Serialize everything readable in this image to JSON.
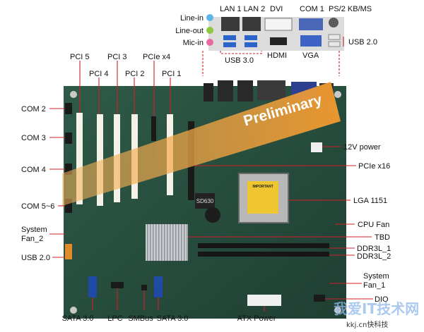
{
  "banner": "Preliminary",
  "chip_label": "SD630",
  "cpu_sticker": "IMPORTANT",
  "io_labels": {
    "line_in": "Line-in",
    "line_out": "Line-out",
    "mic_in": "Mic-in",
    "lan": "LAN 1 LAN 2",
    "dvi": "DVI",
    "com1": "COM 1",
    "ps2": "PS/2 KB/MS",
    "usb30": "USB 3.0",
    "hdmi": "HDMI",
    "vga": "VGA",
    "usb20_top": "USB 2.0"
  },
  "slot_labels": {
    "pci5": "PCI 5",
    "pci4": "PCI 4",
    "pci3": "PCI 3",
    "pci2": "PCI 2",
    "pcie4": "PCIe x4",
    "pci1": "PCI 1"
  },
  "left_labels": {
    "com2": "COM 2",
    "com3": "COM 3",
    "com4": "COM 4",
    "com56": "COM 5~6",
    "sysfan2_l1": "System",
    "sysfan2_l2": "Fan_2",
    "usb20": "USB 2.0"
  },
  "right_labels": {
    "power12v": "12V power",
    "pcie16": "PCIe x16",
    "lga": "LGA 1151",
    "cpufan": "CPU Fan",
    "tbd": "TBD",
    "ddr1": "DDR3L_1",
    "ddr2": "DDR3L_2",
    "sysfan1_l1": "System",
    "sysfan1_l2": "Fan_1",
    "dio": "DIO"
  },
  "bottom_labels": {
    "sata_left": "SATA 3.0",
    "lpc": "LPC",
    "smbus": "SMBus",
    "sata_right": "SATA 3.0",
    "atx": "ATX Power"
  },
  "watermark": {
    "main": "我爱IT技术网",
    "sub": "kkj.cn快科技"
  }
}
